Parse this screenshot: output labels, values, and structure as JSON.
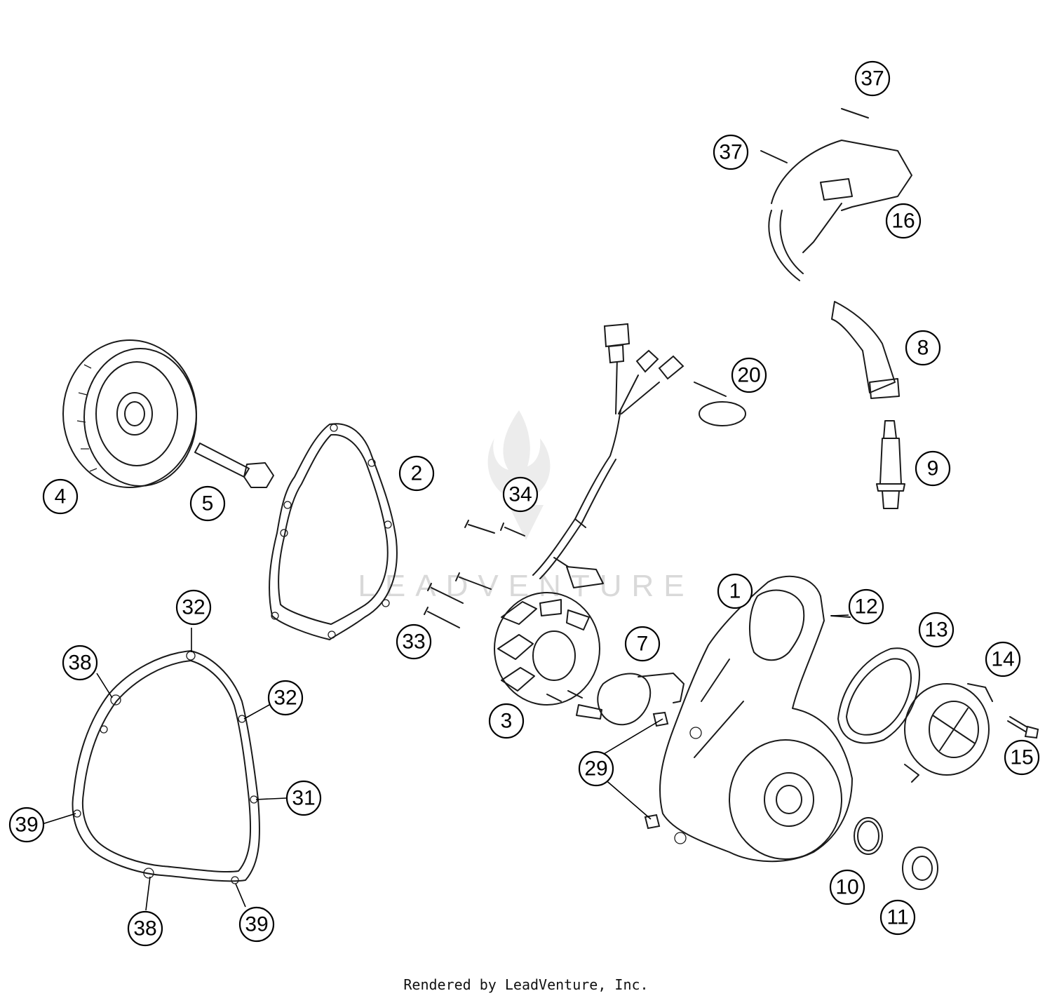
{
  "watermark": "LEADVENTURE",
  "footer": "Rendered by LeadVenture, Inc.",
  "callouts": {
    "c1": "1",
    "c2": "2",
    "c3": "3",
    "c4": "4",
    "c5": "5",
    "c7": "7",
    "c8": "8",
    "c9": "9",
    "c10": "10",
    "c11": "11",
    "c12": "12",
    "c13": "13",
    "c14": "14",
    "c15": "15",
    "c16": "16",
    "c20": "20",
    "c29": "29",
    "c31": "31",
    "c32a": "32",
    "c32b": "32",
    "c33": "33",
    "c34": "34",
    "c37a": "37",
    "c37b": "37",
    "c38a": "38",
    "c38b": "38",
    "c39a": "39",
    "c39b": "39"
  }
}
